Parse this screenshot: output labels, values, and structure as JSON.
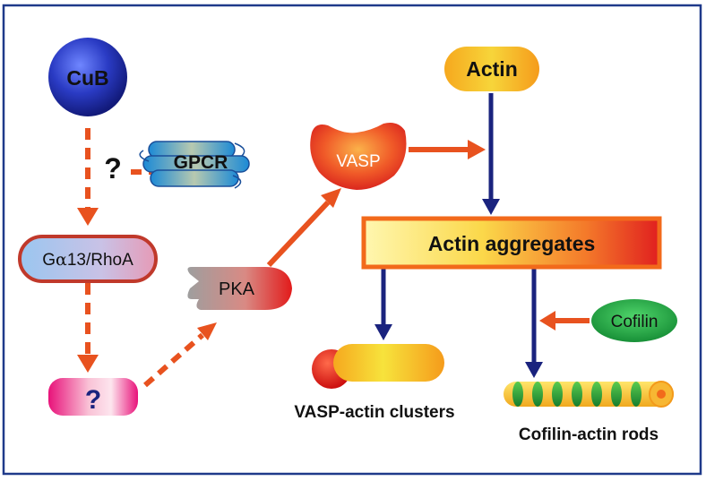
{
  "nodes": {
    "cub": "CuB",
    "gpcr": "GPCR",
    "unknown_upper": "?",
    "galpha_prefix": "G",
    "galpha_symbol": "α",
    "galpha_suffix": "13/RhoA",
    "unknown_lower": "?",
    "pka": "PKA",
    "vasp": "VASP",
    "actin": "Actin",
    "actin_aggregates": "Actin aggregates",
    "cofilin": "Cofilin",
    "vasp_actin_clusters": "VASP-actin clusters",
    "cofilin_actin_rods": "Cofilin-actin rods"
  },
  "colors": {
    "frame": "#1f3a8a",
    "orange_arrow": "#e8521f",
    "navy_arrow": "#1a237e",
    "cub_blue": "#1a2a9c",
    "cofilin_green": "#1f9e3f",
    "aggregate_border": "#f26a1b"
  }
}
